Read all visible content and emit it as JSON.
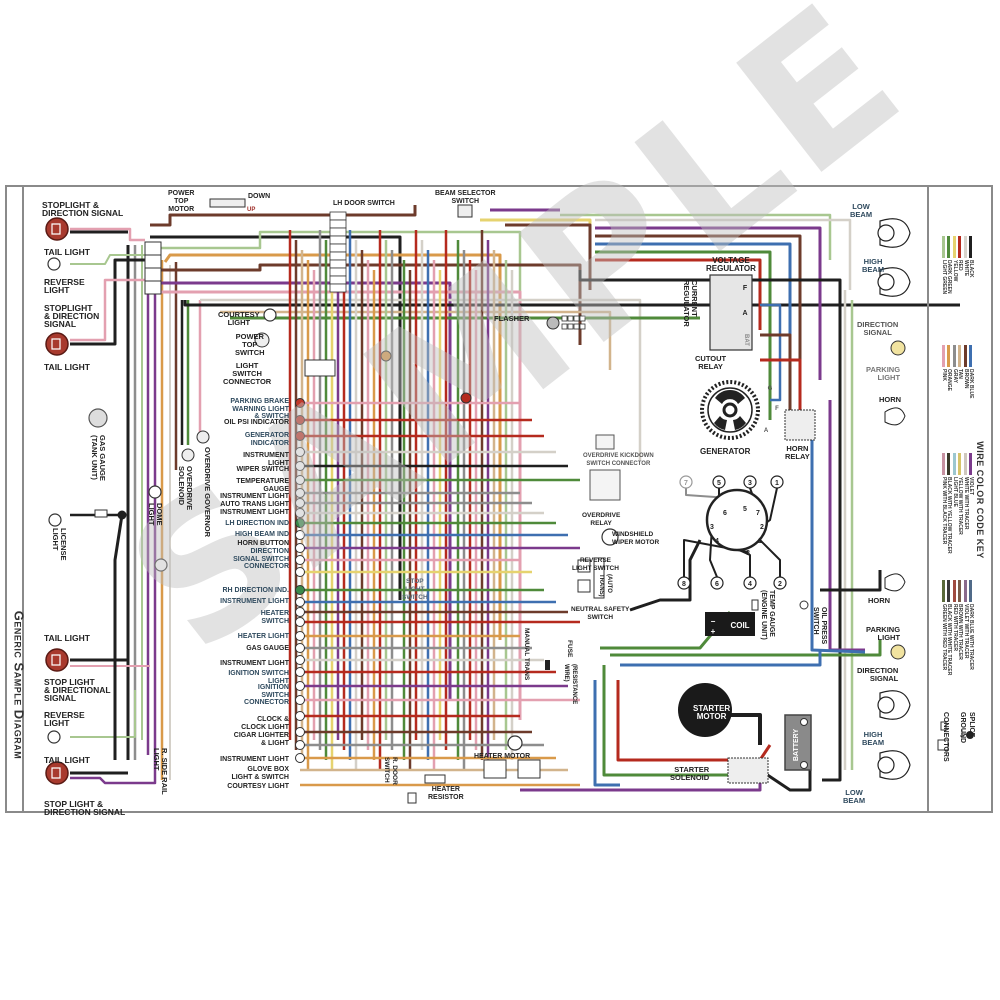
{
  "title": "Generic Sample Diagram",
  "watermark": "SAMPLE",
  "rear_lights": [
    {
      "id": "stoplight-direction-signal-lh",
      "label": "STOPLIGHT &\nDIRECTION SIGNAL"
    },
    {
      "id": "tail-light-lh-1",
      "label": "TAIL LIGHT"
    },
    {
      "id": "reverse-light-lh",
      "label": "REVERSE\nLIGHT"
    },
    {
      "id": "stoplight-direction-signal-lh-2",
      "label": "STOPLIGHT\n& DIRECTION\nSIGNAL"
    },
    {
      "id": "tail-light-lh-2",
      "label": "TAIL LIGHT"
    },
    {
      "id": "tail-light-rh-1",
      "label": "TAIL LIGHT"
    },
    {
      "id": "stop-light-directional-signal-rh",
      "label": "STOP LIGHT\n& DIRECTIONAL\nSIGNAL"
    },
    {
      "id": "reverse-light-rh",
      "label": "REVERSE\nLIGHT"
    },
    {
      "id": "tail-light-rh-2",
      "label": "TAIL LIGHT"
    },
    {
      "id": "stop-light-direction-signal-rh",
      "label": "STOP LIGHT &\nDIRECTION SIGNAL"
    }
  ],
  "components_top": {
    "power_top_motor": "POWER\nTOP\nMOTOR",
    "down": "DOWN",
    "up": "UP",
    "lh_door_switch": "LH DOOR SWITCH",
    "beam_selector_switch": "BEAM SELECTOR\nSWITCH",
    "courtesy_light": "COURTESY\nLIGHT",
    "power_top_switch": "POWER\nTOP\nSWITCH",
    "light_switch_connector": "LIGHT\nSWITCH\nCONNECTOR",
    "flasher": "FLASHER"
  },
  "left_vertical_labels": {
    "gas_gauge_tank": "GAS GAUGE\n(TANK UNIT)",
    "license_light": "LICENSE\nLIGHT",
    "dome_light": "DOME\nLIGHT",
    "overdrive_solenoid": "OVERDRIVE\nSOLENOID",
    "overdrive_governor": "OVERDRIVE GOVERNOR",
    "r_side_rail_light": "R. SIDE RAIL\nLIGHT"
  },
  "instrument_cluster": [
    "PARKING BRAKE\nWARNING LIGHT\n& SWITCH",
    "OIL PSI INDICATOR",
    "GENERATOR\nINDICATOR",
    "INSTRUMENT\nLIGHT",
    "WIPER SWITCH",
    "TEMPERATURE\nGAUGE",
    "INSTRUMENT LIGHT",
    "AUTO TRANS LIGHT",
    "INSTRUMENT LIGHT",
    "LH DIRECTION IND",
    "HIGH BEAM IND",
    "HORN BUTTON",
    "DIRECTION\nSIGNAL SWITCH\nCONNECTOR",
    "RH DIRECTION IND.",
    "INSTRUMENT LIGHT",
    "HEATER\nSWITCH",
    "HEATER LIGHT",
    "GAS GAUGE",
    "INSTRUMENT LIGHT",
    "IGNITION SWITCH\nLIGHT",
    "IGNITION\nSWITCH\nCONNECTOR",
    "CLOCK &\nCLOCK LIGHT",
    "CIGAR LIGHTER\n& LIGHT",
    "INSTRUMENT LIGHT",
    "GLOVE BOX\nLIGHT & SWITCH",
    "COURTESY LIGHT"
  ],
  "components_center": {
    "stop_light_switch": "STOP\nLIGHT\nSWITCH",
    "manual_trans": "MANUAL TRANS",
    "fuse": "FUSE",
    "resistance_wire": "(RESISTANCE\nWIRE)",
    "heater_motor": "HEATER MOTOR",
    "heater_resistor": "HEATER\nRESISTOR",
    "r_door_switch": "R. DOOR\nSWITCH",
    "overdrive_kickdown": "OVERDRIVE KICKDOWN\nSWITCH CONNECTOR",
    "overdrive_relay": "OVERDRIVE\nRELAY",
    "windshield_wiper_motor": "WINDSHIELD\nWIPER MOTOR",
    "reverse_light_switch": "REVERSE\nLIGHT SWITCH",
    "auto_trans": "(AUTO\nTRANS)",
    "neutral_safety_switch": "NEUTRAL SAFETY\nSWITCH"
  },
  "engine": {
    "voltage_regulator": "VOLTAGE\nREGULATOR",
    "current_regulator": "CURRENT\nREGULATOR",
    "regulator_terminals": [
      "F",
      "A",
      "BAT"
    ],
    "cutout_relay": "CUTOUT\nRELAY",
    "generator": "GENERATOR",
    "generator_terminals": [
      "G",
      "F",
      "A"
    ],
    "horn_relay": "HORN\nRELAY",
    "distributor_cap_numbers": [
      "5",
      "3",
      "1",
      "7",
      "2",
      "6",
      "4",
      "8"
    ],
    "distributor_outer_numbers": [
      "7",
      "5",
      "3",
      "1",
      "8",
      "6",
      "4",
      "2"
    ],
    "coil": "COIL",
    "coil_plus": "+",
    "coil_minus": "−",
    "temp_gauge": "TEMP GAUGE\n(ENGINE UNIT)",
    "oil_press_switch": "OIL PRESS\nSWITCH",
    "starter_motor": "STARTER\nMOTOR",
    "starter_solenoid": "STARTER\nSOLENOID",
    "battery": "BATTERY",
    "battery_pos": "+",
    "battery_neg": "−"
  },
  "front_lights": {
    "low_beam_top": "LOW\nBEAM",
    "high_beam_top": "HIGH\nBEAM",
    "direction_signal_top": "DIRECTION\nSIGNAL",
    "parking_light_top": "PARKING\nLIGHT",
    "horn_top": "HORN",
    "horn_bottom": "HORN",
    "parking_light_bottom": "PARKING\nLIGHT",
    "direction_signal_bottom": "DIRECTION\nSIGNAL",
    "high_beam_bottom": "HIGH\nBEAM",
    "low_beam_bottom": "LOW\nBEAM"
  },
  "wire_color_key": {
    "title": "WIRE COLOR CODE KEY",
    "items": [
      {
        "name": "BLACK",
        "color": "#1f1f1f"
      },
      {
        "name": "WHITE",
        "color": "#d9d4cc"
      },
      {
        "name": "RED",
        "color": "#b52a1e"
      },
      {
        "name": "YELLOW",
        "color": "#e6d36f"
      },
      {
        "name": "DARK GREEN",
        "color": "#4f8a3a"
      },
      {
        "name": "LIGHT GREEN",
        "color": "#a8c790"
      },
      {
        "name": "DARK BLUE",
        "color": "#3e6fb0"
      },
      {
        "name": "BROWN",
        "color": "#6d3b2b"
      },
      {
        "name": "TAN",
        "color": "#d2b48c"
      },
      {
        "name": "GRAY",
        "color": "#8d8d8d"
      },
      {
        "name": "ORANGE",
        "color": "#d99a4a"
      },
      {
        "name": "PINK",
        "color": "#e3a0b0"
      },
      {
        "name": "VIOLET",
        "color": "#7b3a8c"
      },
      {
        "name": "WHITE WITH TRACER",
        "color": "#cfc7bd"
      },
      {
        "name": "YELLOW WITH TRACER",
        "color": "#d6c46a"
      },
      {
        "name": "LIGHT BLUE",
        "color": "#9cc7cf"
      },
      {
        "name": "BLACK WITH YELLOW TRACER",
        "color": "#3a3a2a"
      },
      {
        "name": "PINK WITH BLACK TRACER",
        "color": "#c792a2"
      },
      {
        "name": "DARK BLUE WITH TRACER",
        "color": "#506a88"
      },
      {
        "name": "VIOLET WITH TRACER",
        "color": "#8a6a8c"
      },
      {
        "name": "BROWN WITH TRACER",
        "color": "#7a5a48"
      },
      {
        "name": "RED WITH TRACER",
        "color": "#a04a40"
      },
      {
        "name": "BLACK WITH WHITE TRACER",
        "color": "#3a3a3a"
      },
      {
        "name": "GREEN WITH RED TRACER",
        "color": "#5a6a3a"
      }
    ],
    "symbols": {
      "splice": "SPLICE",
      "ground": "GROUND",
      "connectors": "CONNECTORS"
    }
  }
}
